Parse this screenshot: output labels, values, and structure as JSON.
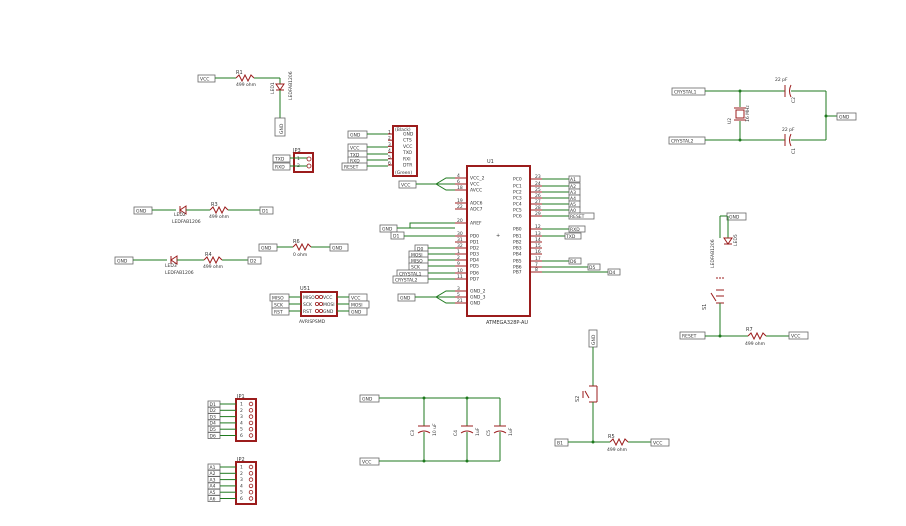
{
  "ic": {
    "name": "U1",
    "part": "ATMEGA328P-AU",
    "left_pins": [
      {
        "num": "4",
        "name": "VCC_2"
      },
      {
        "num": "6",
        "name": "VCC"
      },
      {
        "num": "18",
        "name": "AVCC"
      },
      {
        "num": "19",
        "name": "ADC6"
      },
      {
        "num": "22",
        "name": "ADC7"
      },
      {
        "num": "20",
        "name": "AREF"
      },
      {
        "num": "30",
        "name": "PD0"
      },
      {
        "num": "31",
        "name": "PD1"
      },
      {
        "num": "32",
        "name": "PD2"
      },
      {
        "num": "1",
        "name": "PD3"
      },
      {
        "num": "2",
        "name": "PD4"
      },
      {
        "num": "9",
        "name": "PD5"
      },
      {
        "num": "10",
        "name": "PD6"
      },
      {
        "num": "11",
        "name": "PD7"
      },
      {
        "num": "3",
        "name": "GND_2"
      },
      {
        "num": "5",
        "name": "GND_3"
      },
      {
        "num": "21",
        "name": "GND"
      }
    ],
    "right_pins": [
      {
        "num": "23",
        "name": "PC0"
      },
      {
        "num": "24",
        "name": "PC1"
      },
      {
        "num": "25",
        "name": "PC2"
      },
      {
        "num": "26",
        "name": "PC3"
      },
      {
        "num": "27",
        "name": "PC4"
      },
      {
        "num": "28",
        "name": "PC5"
      },
      {
        "num": "29",
        "name": "PC6"
      },
      {
        "num": "12",
        "name": "PB0"
      },
      {
        "num": "13",
        "name": "PB1"
      },
      {
        "num": "14",
        "name": "PB2"
      },
      {
        "num": "15",
        "name": "PB3"
      },
      {
        "num": "16",
        "name": "PB4"
      },
      {
        "num": "17",
        "name": "PB5"
      },
      {
        "num": "7",
        "name": "PB6"
      },
      {
        "num": "8",
        "name": "PB7"
      }
    ]
  },
  "left_nets": [
    "VCC",
    "GND",
    "D1",
    "D0",
    "D1",
    "MOSI",
    "MISO",
    "SCK",
    "CRYSTAL1",
    "CRYSTAL2",
    "GND"
  ],
  "right_nets": [
    "A1",
    "A2",
    "A3",
    "A4",
    "A5",
    "A0",
    "RESET",
    "RXD",
    "TXD",
    "D6",
    "D5",
    "D4"
  ],
  "ftdi": {
    "header_top": "(Black)",
    "header_bottom": "(Green)",
    "pins": [
      "GND",
      "CTS",
      "VCC",
      "TXO",
      "RXI",
      "DTR"
    ],
    "pin_nums": [
      "1",
      "2",
      "3",
      "4",
      "5",
      "6"
    ],
    "nets": [
      "GND",
      "VCC",
      "TXD",
      "RXD",
      "RESET"
    ]
  },
  "jp3": {
    "name": "JP3",
    "pins": [
      "1",
      "2"
    ],
    "nets": [
      "TXD",
      "RXD"
    ]
  },
  "led_power": {
    "resistor": "R1",
    "resistor_value": "499 ohm",
    "led": "LED1",
    "led_part": "LEDFAB1206",
    "nets": [
      "VCC",
      "GND"
    ]
  },
  "led2": {
    "led": "LED2",
    "led_part": "LEDFAB1206",
    "resistor": "R3",
    "resistor_value": "499 ohm",
    "nets": [
      "GND",
      "D1"
    ]
  },
  "led3": {
    "led": "LED3",
    "led_part": "LEDFAB1206",
    "resistor": "R4",
    "resistor_value": "499 ohm",
    "nets": [
      "GND",
      "D2"
    ]
  },
  "r6": {
    "name": "R6",
    "value": "0 ohm",
    "nets": [
      "GND",
      "GND"
    ]
  },
  "isp": {
    "name": "U51",
    "part": "AVRISPSMD",
    "left_pins": [
      "MISO",
      "SCK",
      "RST"
    ],
    "right_pins": [
      "VCC",
      "MOSI",
      "GND"
    ],
    "nets_left": [
      "MISO",
      "SCK",
      "RST"
    ],
    "nets_right": [
      "VCC",
      "MOSI",
      "GND"
    ]
  },
  "jp1": {
    "name": "JP1",
    "pins": [
      "1",
      "2",
      "3",
      "4",
      "5",
      "6"
    ],
    "nets": [
      "D1",
      "D2",
      "D3",
      "D4",
      "D5",
      "D6"
    ]
  },
  "jp2": {
    "name": "JP2",
    "pins": [
      "1",
      "2",
      "3",
      "4",
      "5",
      "6"
    ],
    "nets": [
      "A1",
      "A2",
      "A3",
      "A4",
      "A5",
      "A6"
    ]
  },
  "crystal": {
    "name": "U2",
    "part": "16 MHz",
    "cap1": "C1",
    "cap2": "C2",
    "cap_value": "22 pF",
    "nets": [
      "CRYSTAL1",
      "CRYSTAL2",
      "GND"
    ]
  },
  "reset": {
    "switch": "S1",
    "resistor": "R7",
    "resistor_value": "499 ohm",
    "led": "LED5",
    "led_part": "LEDFAB1206",
    "nets": [
      "GND",
      "RESET",
      "VCC"
    ]
  },
  "button2": {
    "switch": "S2",
    "resistor": "R5",
    "resistor_value": "499 ohm",
    "nets": [
      "GND",
      "B1",
      "VCC"
    ]
  },
  "decoupling": {
    "caps": [
      {
        "name": "C3",
        "value": "10 uF"
      },
      {
        "name": "C4",
        "value": "1uF"
      },
      {
        "name": "C5",
        "value": "1uF"
      }
    ],
    "nets": [
      "GND",
      "VCC"
    ]
  }
}
